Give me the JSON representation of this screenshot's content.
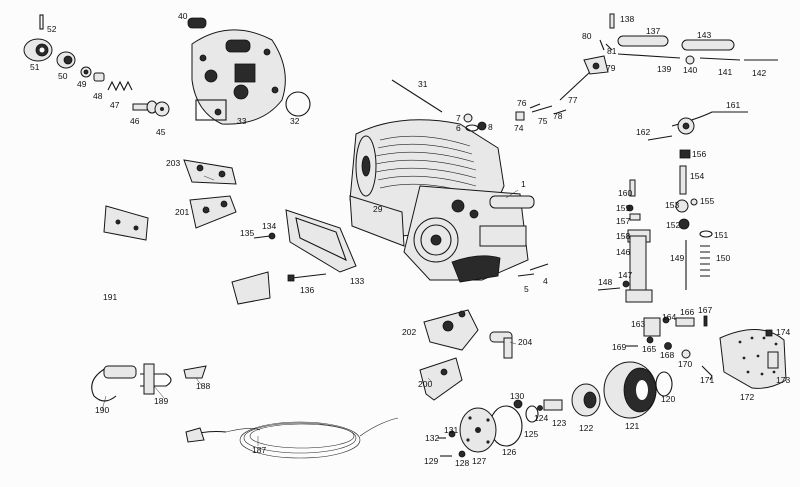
{
  "labels": [
    "1",
    "4",
    "5",
    "7",
    "8",
    "6",
    "29",
    "31",
    "32",
    "33",
    "40",
    "45",
    "46",
    "47",
    "48",
    "49",
    "50",
    "51",
    "52",
    "74",
    "75",
    "76",
    "77",
    "78",
    "79",
    "80",
    "81",
    "120",
    "121",
    "122",
    "123",
    "124",
    "125",
    "126",
    "127",
    "128",
    "129",
    "130",
    "131",
    "132",
    "133",
    "134",
    "135",
    "136",
    "137",
    "138",
    "139",
    "140",
    "141",
    "142",
    "143",
    "146",
    "147",
    "148",
    "149",
    "150",
    "151",
    "152",
    "153",
    "154",
    "155",
    "156",
    "157",
    "158",
    "159",
    "160",
    "161",
    "162",
    "163",
    "164",
    "165",
    "166",
    "167",
    "168",
    "169",
    "170",
    "171",
    "172",
    "173",
    "174",
    "187",
    "188",
    "189",
    "190",
    "191",
    "200",
    "201",
    "202",
    "203",
    "204"
  ]
}
